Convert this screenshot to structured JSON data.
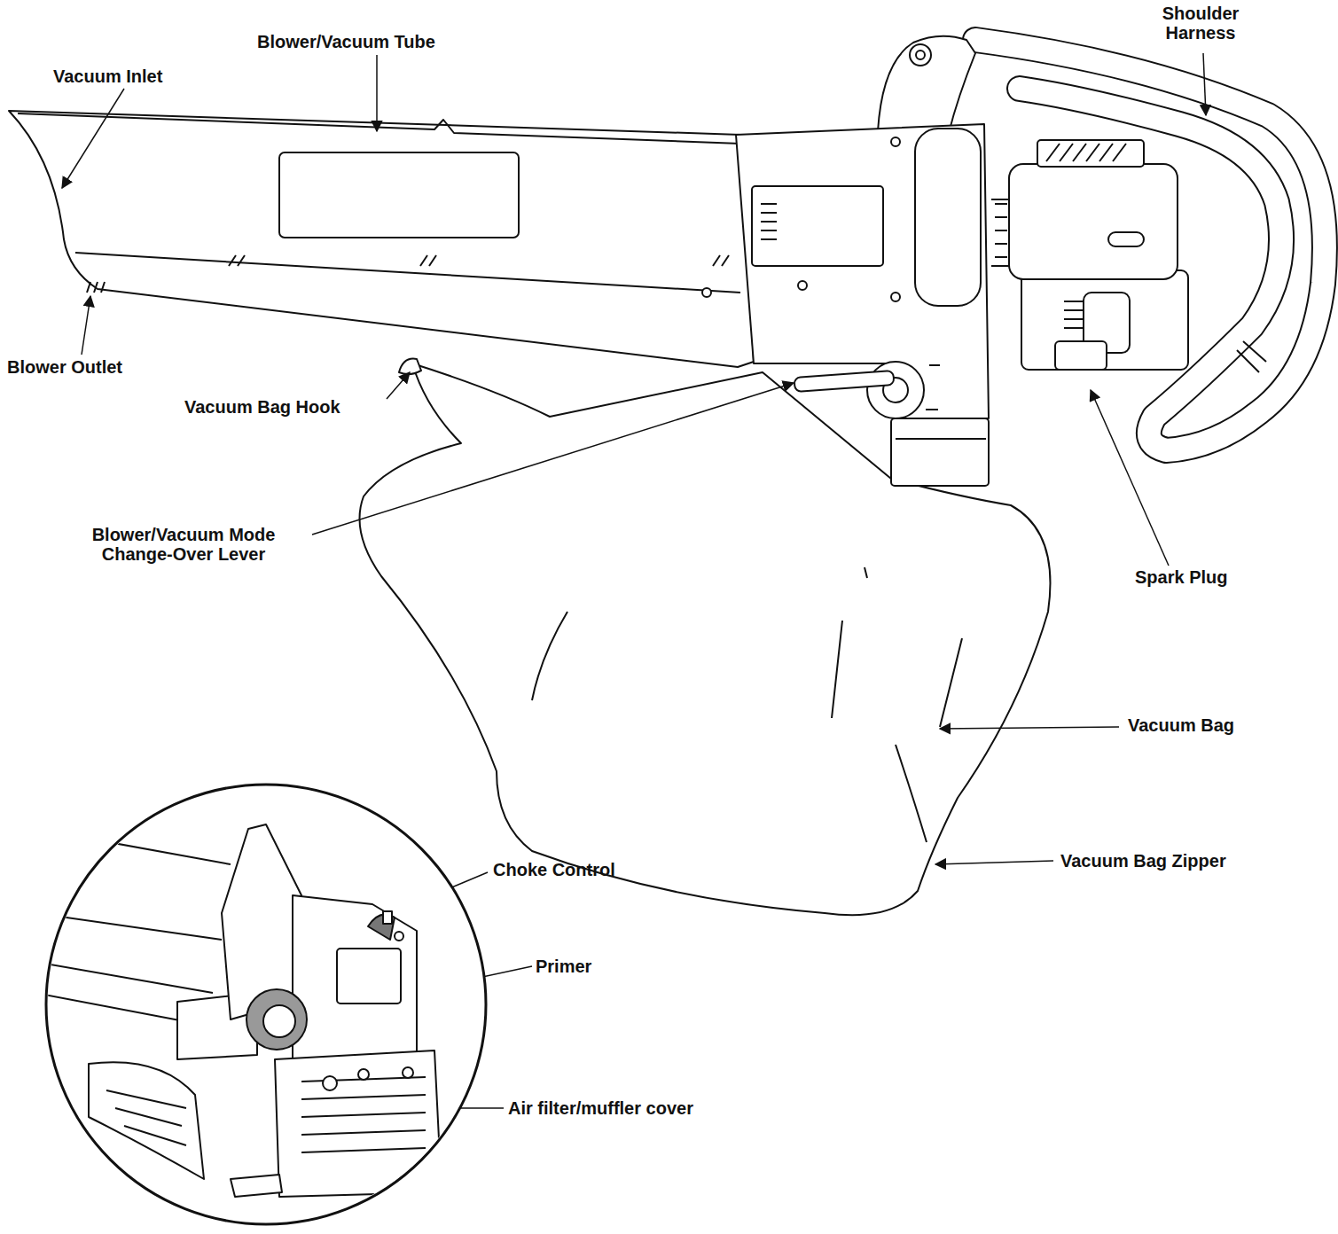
{
  "diagram": {
    "labels": [
      "Shoulder Harness",
      "Blower/Vacuum Tube",
      "Vacuum Inlet",
      "Blower Outlet",
      "Vacuum Bag Hook",
      "Blower/Vacuum Mode Change-Over Lever",
      "Spark Plug",
      "Vacuum Bag",
      "Vacuum Bag Zipper",
      "Choke Control",
      "Primer",
      "Air filter/muffler cover"
    ]
  }
}
